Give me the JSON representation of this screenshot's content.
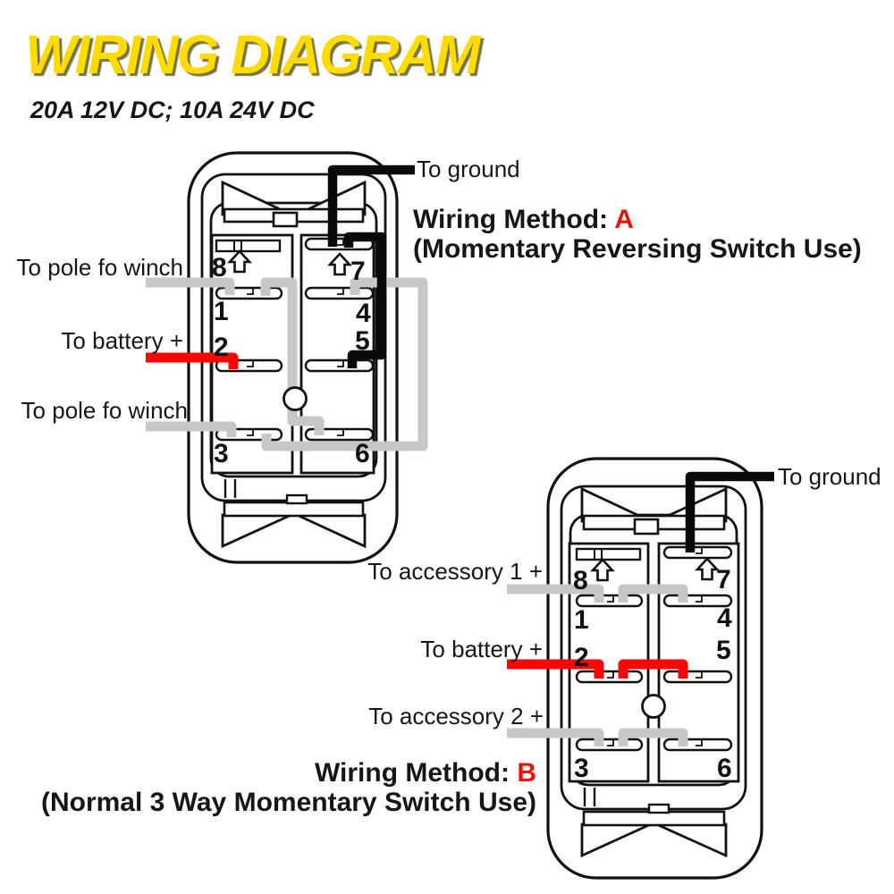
{
  "title": "WIRING DIAGRAM",
  "subtitle": "20A 12V DC; 10A 24V DC",
  "colors": {
    "title_yellow": "#FFDC00",
    "title_shadow": "#77744A",
    "accent_red": "#E8150D",
    "wire_gray": "#C7C7C7",
    "wire_red": "#FB0606",
    "wire_black": "#0A0A0A",
    "line_black": "#111111",
    "text_black": "#161616"
  },
  "method_a": {
    "heading_prefix": "Wiring Method: ",
    "heading_letter": "A",
    "heading_sub": "(Momentary Reversing Switch Use)",
    "labels": {
      "ground": "To ground",
      "pole_top": "To pole fo winch",
      "battery": "To battery +",
      "pole_bottom": "To pole fo winch"
    },
    "pins": {
      "p8": "8",
      "p7": "7",
      "p1": "1",
      "p4": "4",
      "p2": "2",
      "p5": "5",
      "p3": "3",
      "p6": "6"
    }
  },
  "method_b": {
    "heading_prefix": "Wiring Method: ",
    "heading_letter": "B",
    "heading_sub": "(Normal 3 Way Momentary Switch Use)",
    "labels": {
      "ground": "To ground",
      "acc1": "To accessory 1 +",
      "battery": "To battery +",
      "acc2": "To accessory 2 +"
    },
    "pins": {
      "p8": "8",
      "p7": "7",
      "p1": "1",
      "p4": "4",
      "p2": "2",
      "p5": "5",
      "p3": "3",
      "p6": "6"
    }
  }
}
